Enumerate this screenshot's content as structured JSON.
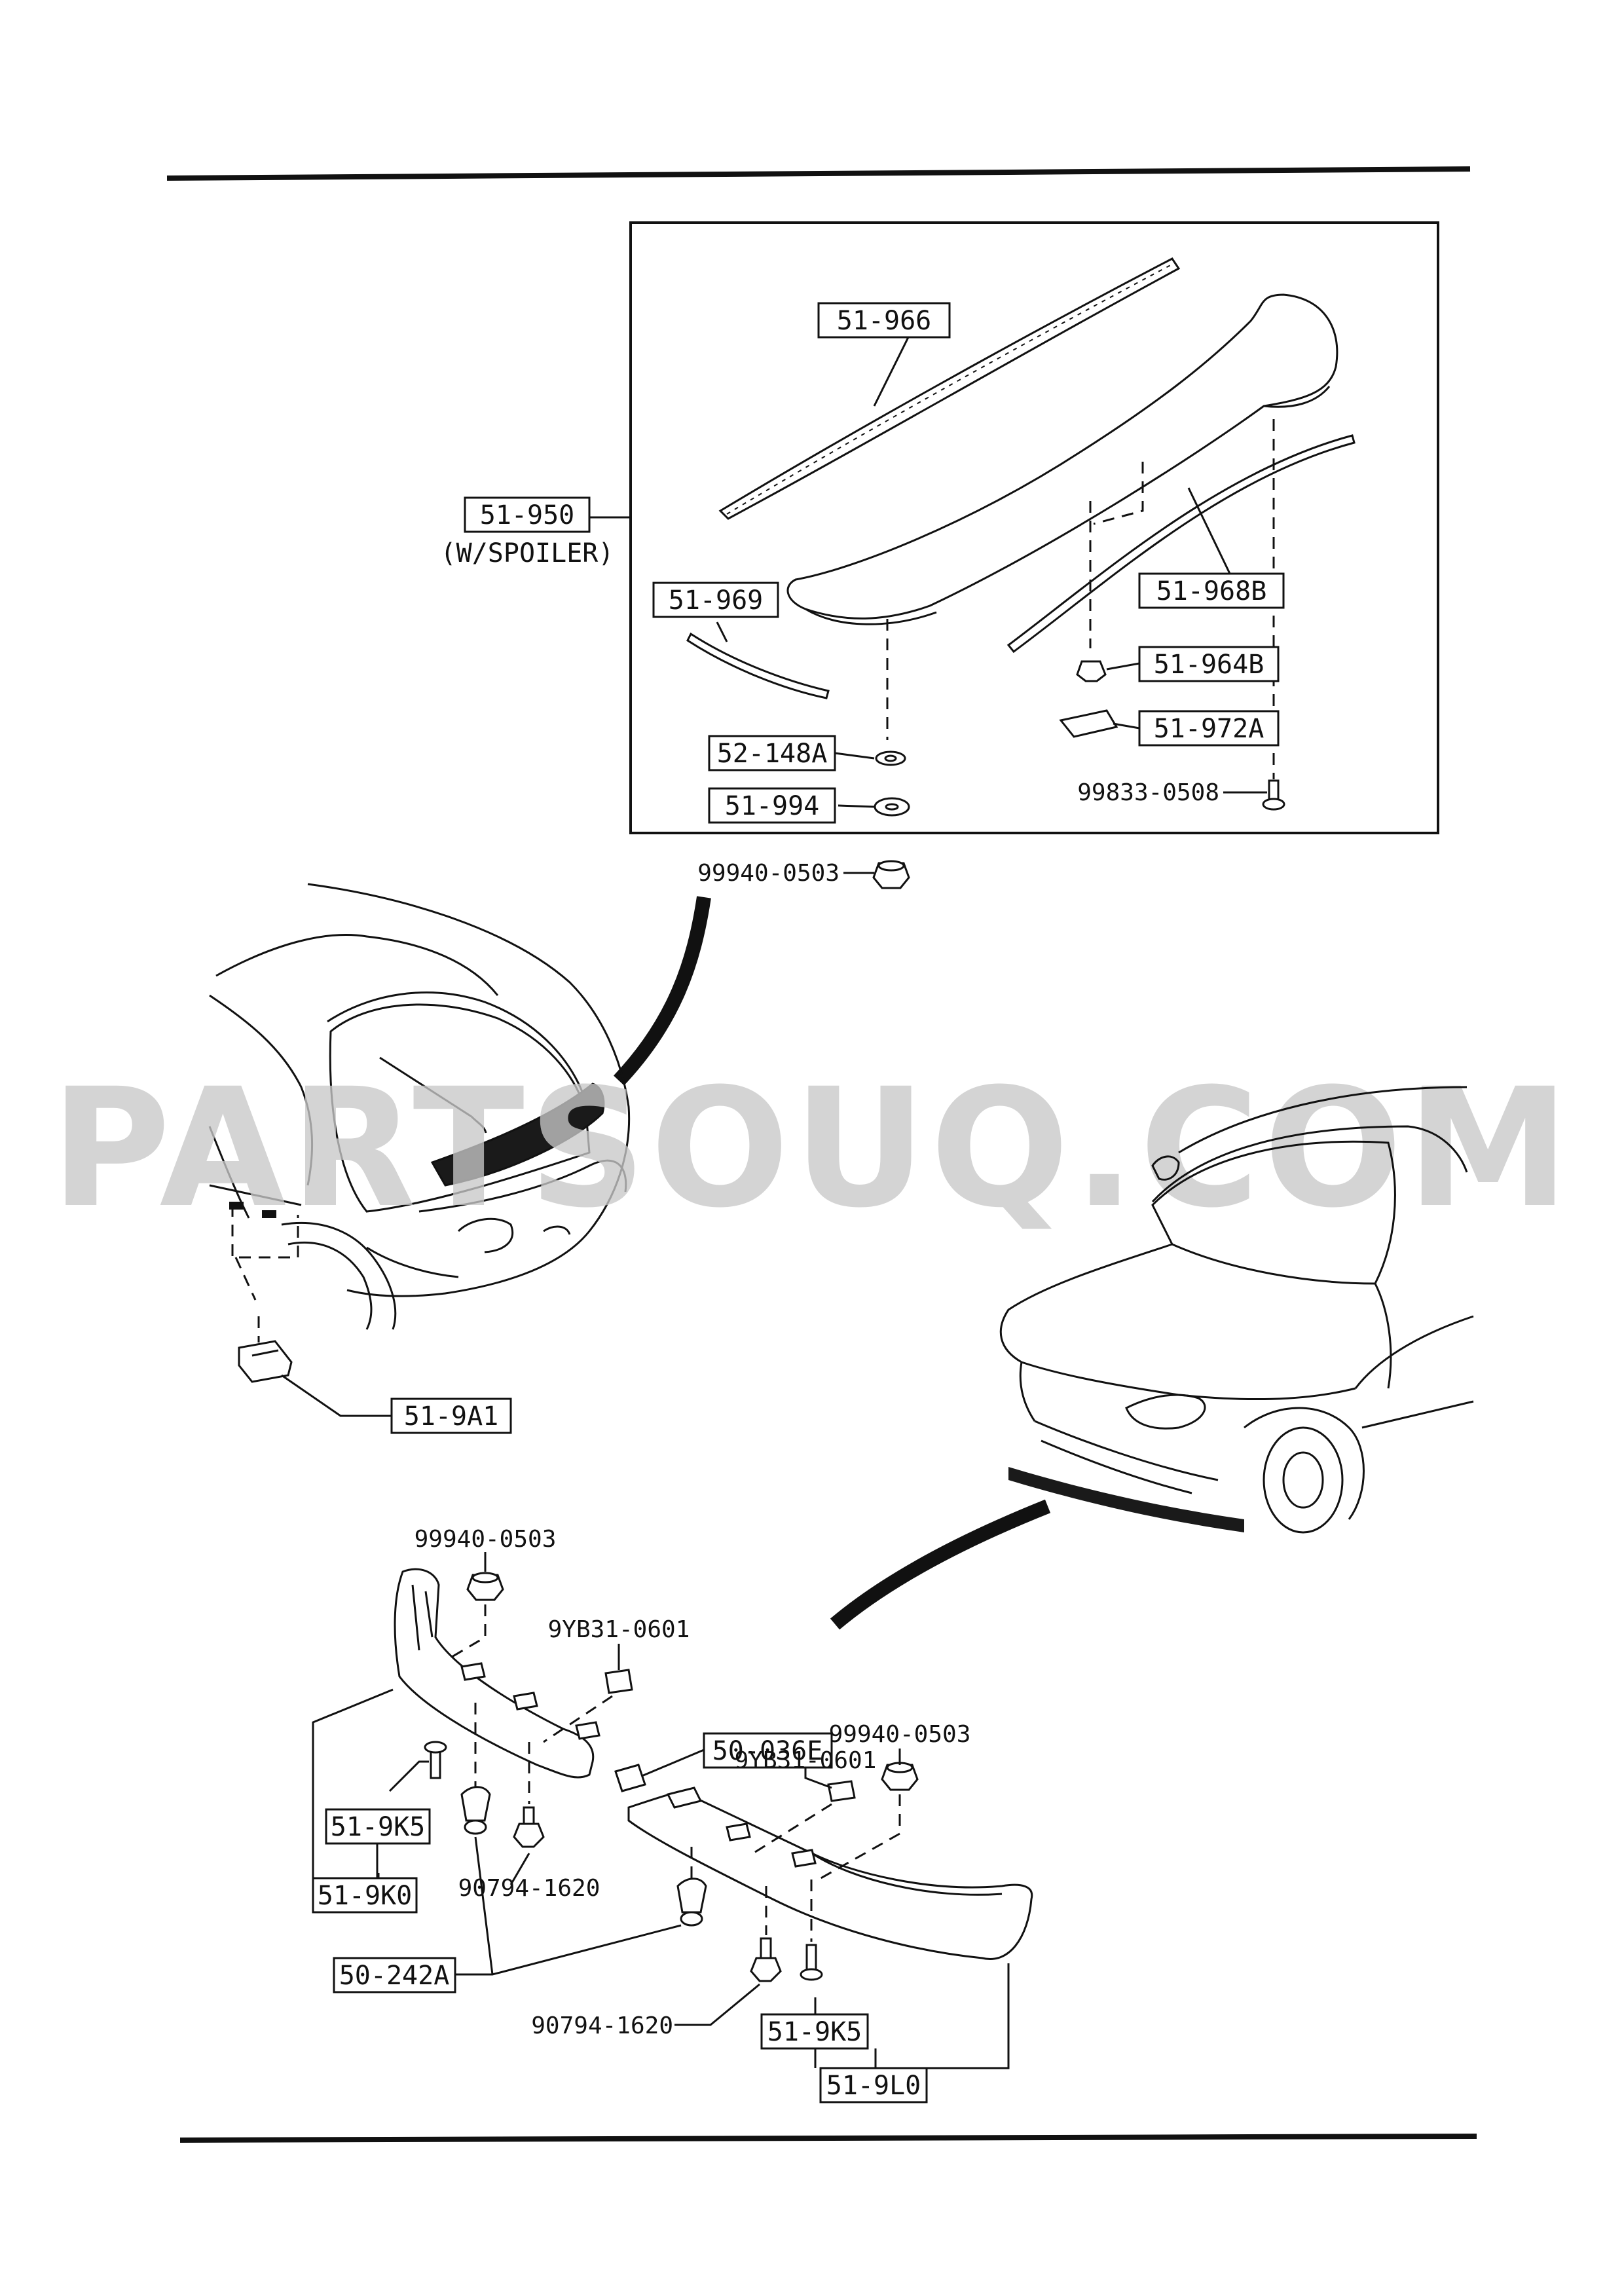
{
  "watermark": "PARTSOUQ.COM",
  "callouts": {
    "spoiler_assy": "51-950",
    "spoiler_note": "(W/SPOILER)",
    "seal_upper": "51-966",
    "seal_left": "51-969",
    "seal_right": "51-968B",
    "clip_clip": "51-964B",
    "bracket": "51-972A",
    "pad": "52-148A",
    "washer": "51-994",
    "screw_spoiler": "99833-0508",
    "nut_spoiler": "99940-0503",
    "mudguard_clip": "51-9A1",
    "nut_left": "99940-0503",
    "nut_right": "99940-0503",
    "clip_left": "9YB31-0601",
    "clip_right": "9YB31-0601",
    "center_clip": "50-036E",
    "screw_left": "51-9K5",
    "lip_left": "51-9K0",
    "bolt_left": "90794-1620",
    "fastener": "50-242A",
    "bolt_right": "90794-1620",
    "screw_right": "51-9K5",
    "lip_right": "51-9L0"
  }
}
